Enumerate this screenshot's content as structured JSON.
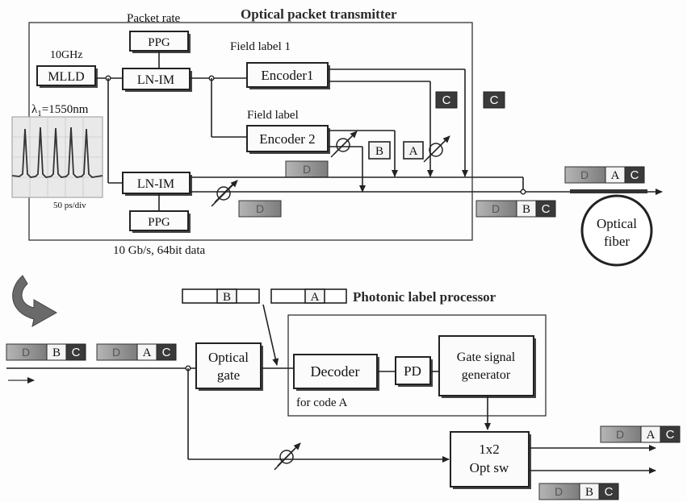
{
  "transmitter": {
    "title": "Optical packet transmitter",
    "packet_rate": "Packet rate",
    "clock": "10GHz",
    "mlld": "MLLD",
    "ppg_top": "PPG",
    "lnim_top": "LN-IM",
    "field_label_1": "Field label 1",
    "encoder1": "Encoder1",
    "field_label_2": "Field label",
    "encoder2": "Encoder 2",
    "wavelength_prefix": "λ",
    "wavelength_rest": "=1550nm",
    "wavelength_sub": "1",
    "scope_scale": "50 ps/div",
    "lnim_bottom": "LN-IM",
    "ppg_bottom": "PPG",
    "data_caption": "10 Gb/s, 64bit data",
    "fiber": "Optical",
    "fiber2": "fiber"
  },
  "labels": {
    "C": "C",
    "B": "B",
    "A": "A",
    "D": "D"
  },
  "processor": {
    "title": "Photonic label processor",
    "optical_gate_1": "Optical",
    "optical_gate_2": "gate",
    "decoder": "Decoder",
    "for_code": "for code A",
    "pd": "PD",
    "gate_gen_1": "Gate signal",
    "gate_gen_2": "generator",
    "switch_1": "1x2",
    "switch_2": "Opt sw"
  },
  "colors": {
    "dark_label": "#3a3a3a",
    "grey_label": "#8a8a8a",
    "light_cell": "#f4f4f4"
  }
}
